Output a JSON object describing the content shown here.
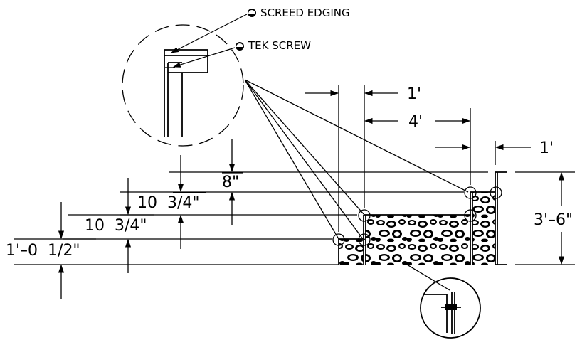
{
  "callouts": {
    "screed_edging": "SCREED EDGING",
    "tek_screw": "TEK SCREW"
  },
  "dimensions": {
    "top_offset_a": "1'",
    "top_offset_b": "4'",
    "top_offset_c": "1'",
    "total_height": "3'–6\"",
    "step_height_1": "8\"",
    "step_height_2": "10  3/4\"",
    "step_height_3": "10  3/4\"",
    "step_height_4": "1'–0  1/2\""
  }
}
